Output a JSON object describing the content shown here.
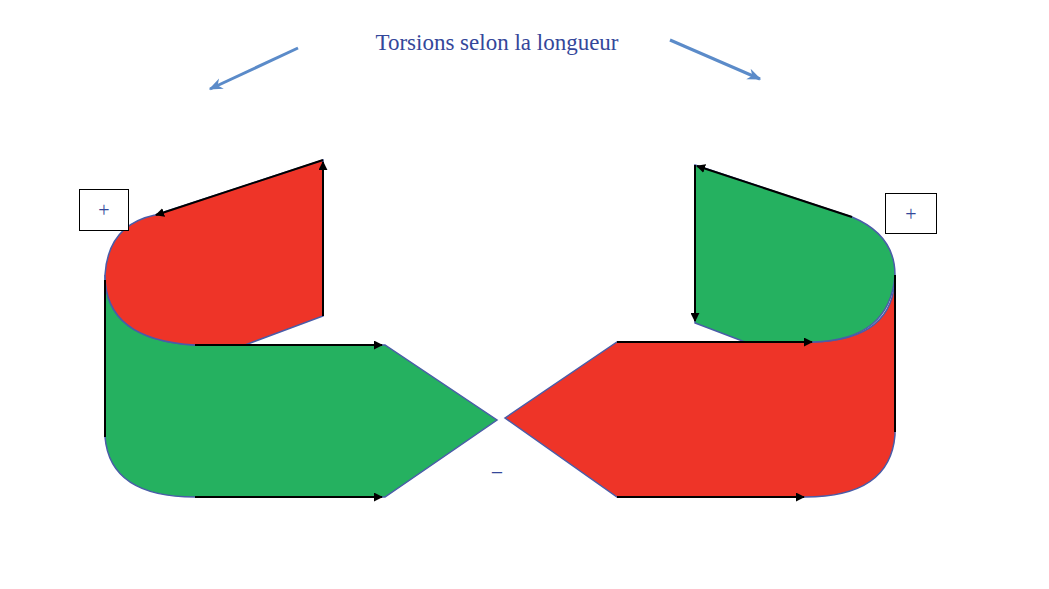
{
  "diagram": {
    "title": "Torsions selon la longueur",
    "nodes": [
      {
        "text": [
          "+"
        ]
      },
      {
        "text": [
          "+"
        ]
      }
    ],
    "labels": [
      "−"
    ]
  }
}
